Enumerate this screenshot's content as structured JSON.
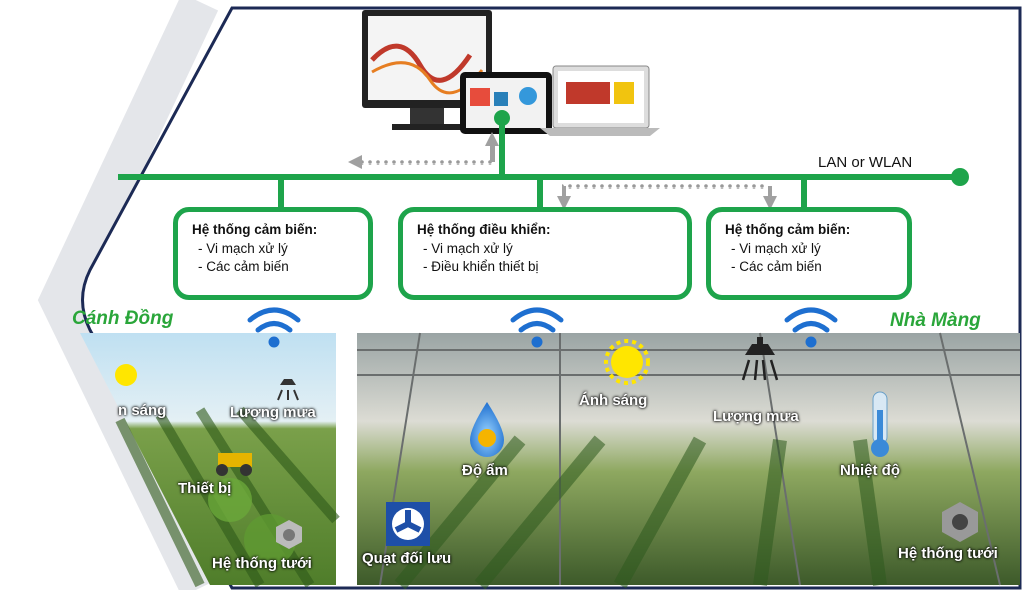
{
  "network": {
    "label": "LAN or WLAN"
  },
  "boxes": [
    {
      "title": "Hệ thống cảm biến:",
      "lines": [
        "- Vi mạch xử lý",
        "- Các cảm biến"
      ]
    },
    {
      "title": "Hệ thống điều khiển:",
      "lines": [
        "- Vi mạch xử lý",
        "- Điều khiển thiết bị"
      ]
    },
    {
      "title": "Hệ thống cảm biến:",
      "lines": [
        "- Vi mạch xử lý",
        "- Các cảm biến"
      ]
    }
  ],
  "sections": {
    "field": "Cánh Đồng",
    "greenhouse": "Nhà Màng"
  },
  "field_labels": {
    "light": "n sáng",
    "rain": "Lượng mưa",
    "device": "Thiết bị",
    "irrigation": "Hệ thống tưới"
  },
  "greenhouse_labels": {
    "light": "Ánh sáng",
    "rain": "Lượng mưa",
    "humidity": "Độ ẩm",
    "temperature": "Nhiệt độ",
    "fan": "Quạt đối lưu",
    "irrigation": "Hệ thống tưới"
  },
  "colors": {
    "network": "#1ea44b",
    "section": "#2aa63a",
    "sun": "#ffe600",
    "wifi": "#1e6fd0",
    "frame": "#1c2a55"
  },
  "icons": [
    "monitor-icon",
    "tablet-icon",
    "laptop-icon",
    "wifi-icon",
    "sun-icon",
    "rain-shower-icon",
    "humidity-drop-icon",
    "thermometer-icon",
    "fan-icon",
    "sprinkler-icon",
    "tractor-icon"
  ]
}
